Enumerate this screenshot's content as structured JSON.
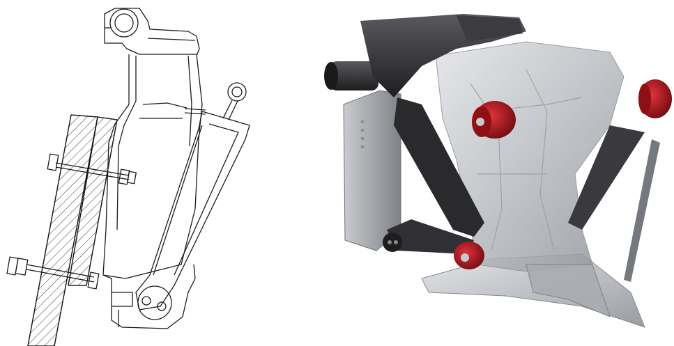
{
  "figure": {
    "left_panel": {
      "kind": "line-drawing",
      "subject": "outboard-motor-mount"
    },
    "right_panel": {
      "kind": "3d-render",
      "subject": "outboard-motor-mount",
      "material": "transparent"
    }
  },
  "colors": {
    "line": "#1a1a1a",
    "hatch": "#333333",
    "dark_metal": "#2b2b2b",
    "glass": "#c9ccd0",
    "glass_shadow": "#8e9298",
    "accent_red": "#b3141b",
    "background": "#ffffff"
  }
}
